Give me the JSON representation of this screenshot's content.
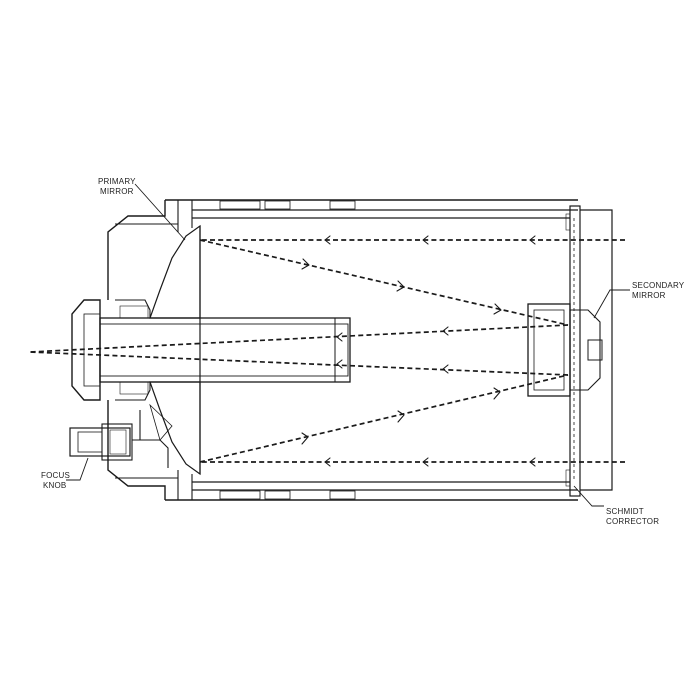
{
  "labels": {
    "primary_mirror": [
      "PRIMARY",
      "MIRROR"
    ],
    "secondary_mirror": [
      "SECONDARY",
      "MIRROR"
    ],
    "focus_knob": [
      "FOCUS",
      "KNOB"
    ],
    "schmidt_corrector": [
      "SCHMIDT",
      "CORRECTOR"
    ]
  }
}
